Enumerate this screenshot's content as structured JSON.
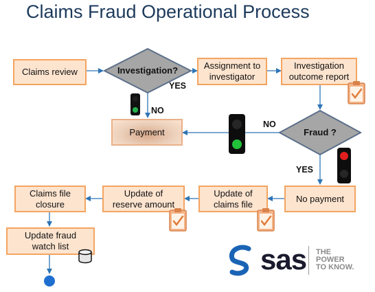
{
  "title": "Claims Fraud Operational Process",
  "nodes": {
    "claims_review": "Claims review",
    "investigation": "Investigation?",
    "assignment_line1": "Assignment to",
    "assignment_line2": "investigator",
    "outcome_line1": "Investigation",
    "outcome_line2": "outcome report",
    "payment": "Payment",
    "fraud": "Fraud ?",
    "no_payment": "No payment",
    "update_claims_line1": "Update of",
    "update_claims_line2": "claims file",
    "update_reserve_line1": "Update of",
    "update_reserve_line2": "reserve amount",
    "closure_line1": "Claims file",
    "closure_line2": "closure",
    "watch_line1": "Update fraud",
    "watch_line2": "watch list"
  },
  "edge_labels": {
    "investigation_yes": "YES",
    "investigation_no": "NO",
    "fraud_no": "NO",
    "fraud_yes": "YES"
  },
  "logo": {
    "brand": "sas",
    "tagline_line1": "THE",
    "tagline_line2": "POWER",
    "tagline_line3": "TO KNOW."
  },
  "icons": {
    "clipboard": "clipboard-check-icon",
    "traffic_light_green": "traffic-light-green-icon",
    "traffic_light_red": "traffic-light-red-icon",
    "database": "database-icon",
    "end_node": "end-node-icon"
  },
  "colors": {
    "box_fill": "#fde4cf",
    "box_border": "#f4a460",
    "diamond_fill": "#a6a6a6",
    "arrow": "#2e75b6",
    "title": "#1d3a5c",
    "end_node": "#1f6fd0"
  }
}
